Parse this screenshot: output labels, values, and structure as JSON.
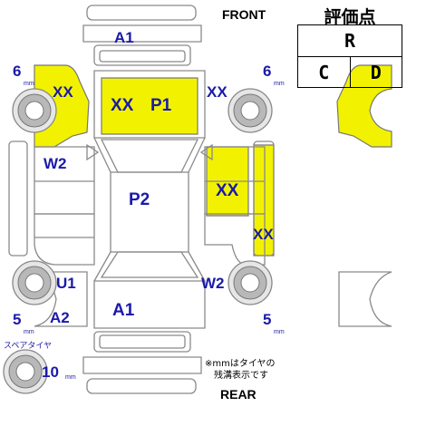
{
  "directions": {
    "front": "FRONT",
    "rear": "REAR"
  },
  "grade": {
    "title": "評価点",
    "overall": "R",
    "interior": "C",
    "exterior": "D"
  },
  "tires": {
    "front_left": "6",
    "front_right": "6",
    "rear_left": "5",
    "rear_right": "5",
    "unit": "mm",
    "spare_label": "スペアタイヤ",
    "spare": "10"
  },
  "damage_marks": {
    "front_left_fender": "XX",
    "hood_left": "XX",
    "hood_right": "P1",
    "front_right_fender": "XX",
    "left_front_door": "W2",
    "right_rear_door": "XX",
    "right_rocker": "XX",
    "roof": "P2",
    "left_rear_quarter": "U1",
    "rear_left_corner": "A2",
    "rear_right_quarter": "W2",
    "front_bumper": "A1",
    "rear_panel": "A1"
  },
  "note": {
    "line1": "※mmはタイヤの",
    "line2": "残溝表示です"
  },
  "colors": {
    "highlight": "#f2f200",
    "code": "#1a1aa8",
    "outline": "#888888"
  }
}
